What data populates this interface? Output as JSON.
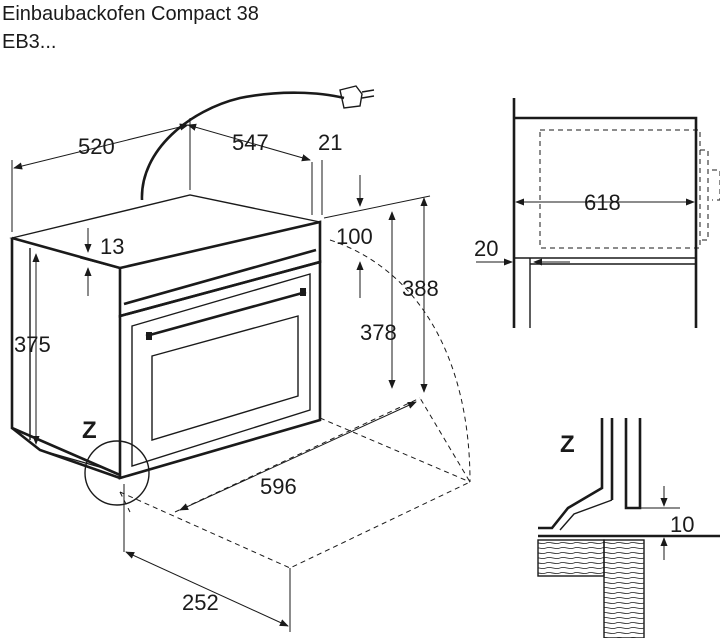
{
  "title": {
    "line1": "Einbaubackofen Compact 38",
    "line2": "EB3..."
  },
  "dimensions": {
    "depth_niche": "520",
    "width_appliance": "547",
    "offset_top": "21",
    "panel_thickness": "13",
    "height_cutout_gap": "100",
    "height_appliance": "375",
    "height_niche": "388",
    "height_front": "378",
    "width_niche": "596",
    "min_depth": "252",
    "width_inner": "618",
    "front_offset": "20",
    "detail_gap": "10"
  },
  "labels": {
    "detail_marker": "Z",
    "detail_title": "Z"
  }
}
